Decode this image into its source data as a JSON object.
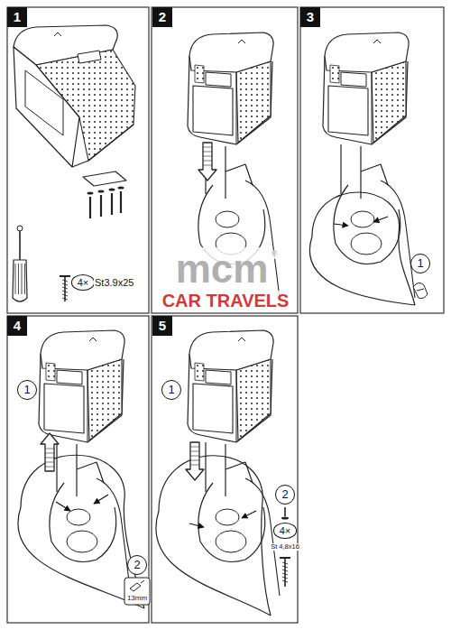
{
  "diagram": {
    "nodes": [
      {
        "text": [
          "1"
        ]
      },
      {
        "text": [
          "4×"
        ]
      },
      {
        "text": [
          "2"
        ]
      },
      {
        "text": [
          "3"
        ]
      },
      {
        "text": [
          "1"
        ]
      },
      {
        "text": [
          "4"
        ]
      },
      {
        "text": [
          "1"
        ]
      },
      {
        "text": [
          "2"
        ]
      },
      {
        "text": [
          "5"
        ]
      },
      {
        "text": [
          "1"
        ]
      },
      {
        "text": [
          "2"
        ]
      },
      {
        "text": [
          "4×"
        ]
      }
    ],
    "edges": [],
    "labels": [
      "St3.9x25",
      "13mm",
      "St 4,8x16",
      "mcm",
      "CAR TRAVELS",
      "®"
    ]
  }
}
